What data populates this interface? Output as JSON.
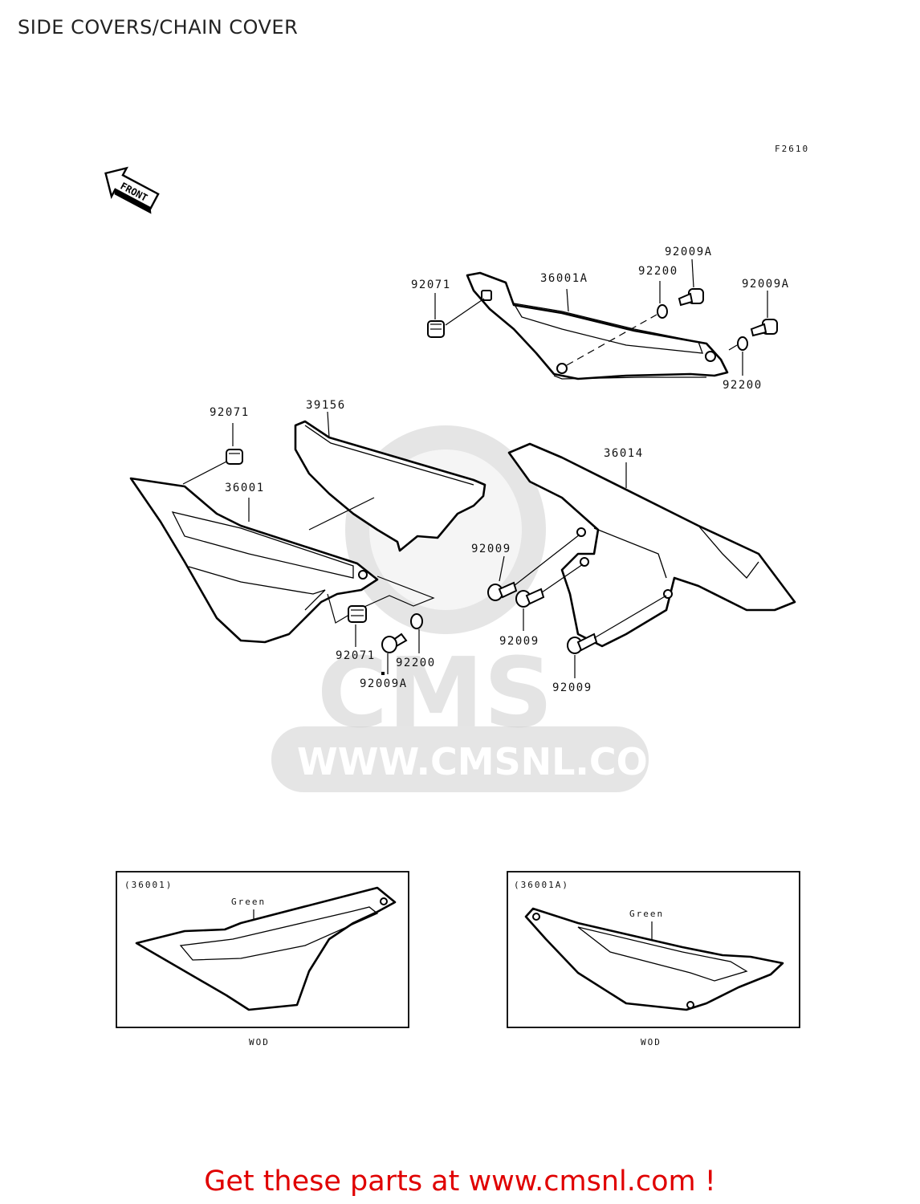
{
  "header": {
    "title": "SIDE COVERS/CHAIN COVER"
  },
  "diagram": {
    "figure_code": "F2610",
    "front_arrow": "FRONT",
    "labels": {
      "p92071_top": "92071",
      "p36001A": "36001A",
      "p92200_top": "92200",
      "p92009A_top1": "92009A",
      "p92009A_top2": "92009A",
      "p92200_right": "92200",
      "p39156": "39156",
      "p92071_left": "92071",
      "p36001": "36001",
      "p36014": "36014",
      "p92009_a": "92009",
      "p92009_b": "92009",
      "p92009_c": "92009",
      "p92071_bottom": "92071",
      "p92200_bottom": "92200",
      "p92009A_bottom": "92009A"
    },
    "insets": [
      {
        "part": "(36001)",
        "color_label": "Green",
        "code": "WOD"
      },
      {
        "part": "(36001A)",
        "color_label": "Green",
        "code": "WOD"
      }
    ],
    "watermark": {
      "logo": "CMS",
      "url": "WWW.CMSNL.COM"
    }
  },
  "footer": {
    "cta": "Get these parts at www.cmsnl.com !"
  },
  "colors": {
    "cta": "#e00000",
    "watermark": "#cfcfcf",
    "line": "#000000"
  }
}
